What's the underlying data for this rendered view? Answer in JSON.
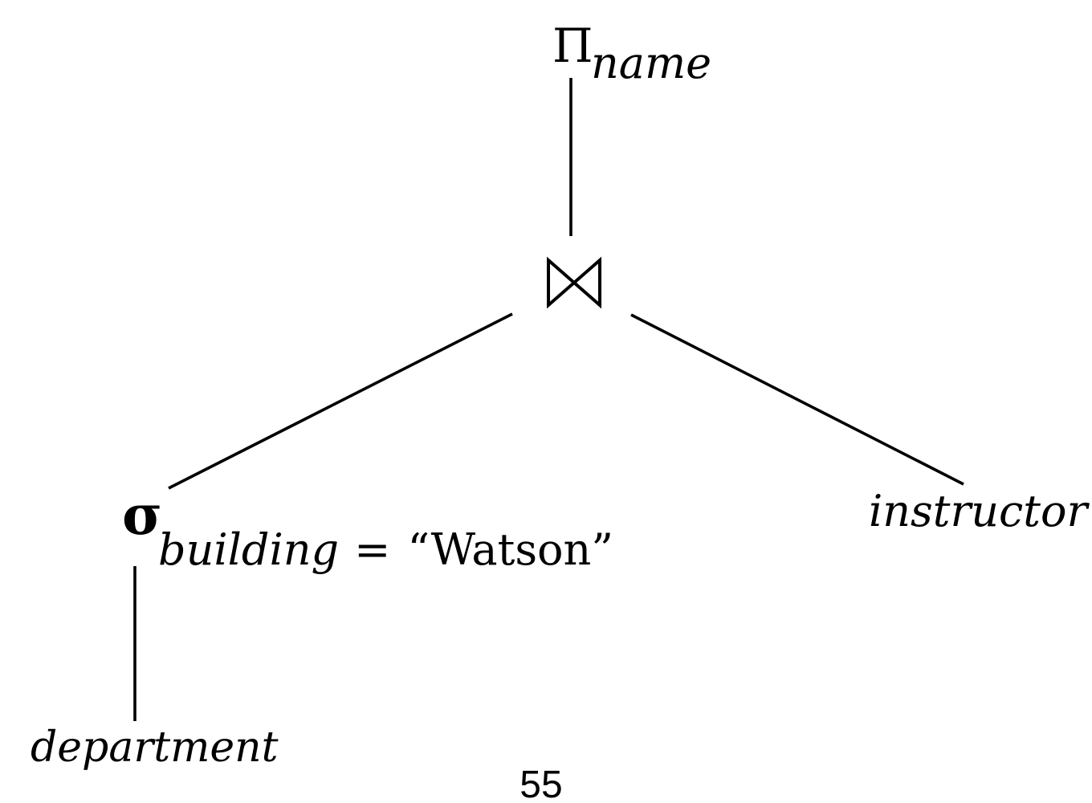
{
  "page": {
    "background_color": "#ffffff",
    "ink_color": "#000000",
    "page_number": "55"
  },
  "tree": {
    "projection": {
      "operator": "Π",
      "subscript": "name"
    },
    "join": {
      "operator_name": "natural-join",
      "symbol": "⋈"
    },
    "selection": {
      "operator": "σ",
      "condition_attribute": "building",
      "condition_comparator": "=",
      "condition_value": "“Watson”"
    },
    "leaves": {
      "left": "department",
      "right": "instructor"
    }
  }
}
